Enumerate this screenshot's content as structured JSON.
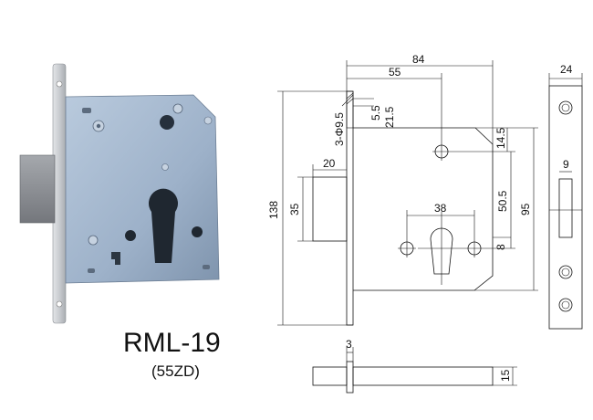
{
  "product": {
    "model": "RML-19",
    "variant": "(55ZD)"
  },
  "dimensions": {
    "overall_width": "84",
    "backset": "55",
    "front_width": "24",
    "case_height": "138",
    "body_height": "95",
    "cylinder_to_handle": "50.5",
    "top_to_handle": "14.5",
    "cylinder_hole_spacing": "38",
    "cylinder_offset": "8",
    "bolt_throw": "20",
    "bolt_height": "35",
    "screw_holes": "3-Φ9.5",
    "top_gap_1": "5.5",
    "top_gap_2": "21.5",
    "faceplate_slot": "9",
    "bolt_thickness": "3",
    "bolt_side_height": "15"
  },
  "colors": {
    "case_blue": "#9db1c9",
    "case_shadow": "#7f94ad",
    "faceplate": "#c9ccd0",
    "bolt": "#8f9297",
    "line": "#111111"
  }
}
